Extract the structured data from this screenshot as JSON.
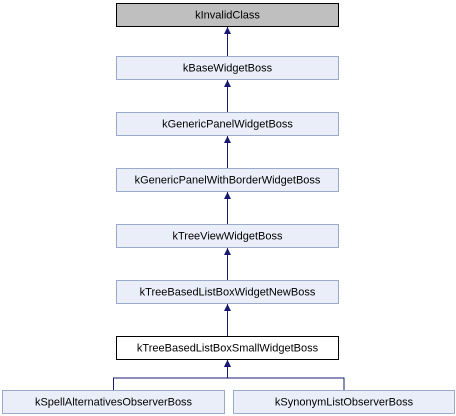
{
  "diagram": {
    "type": "class-inheritance",
    "colors": {
      "edge": "#191970",
      "box_border_default": "#9aaac8",
      "box_fill_default": "#eaeef8",
      "box_border_focus": "#000000",
      "box_fill_focus": "#ffffff",
      "box_fill_root": "#bfbfbf",
      "box_border_root": "#000000"
    },
    "nodes": [
      {
        "id": "n0",
        "label": "kInvalidClass",
        "style": "root"
      },
      {
        "id": "n1",
        "label": "kBaseWidgetBoss",
        "style": "default"
      },
      {
        "id": "n2",
        "label": "kGenericPanelWidgetBoss",
        "style": "default"
      },
      {
        "id": "n3",
        "label": "kGenericPanelWithBorderWidgetBoss",
        "style": "default"
      },
      {
        "id": "n4",
        "label": "kTreeViewWidgetBoss",
        "style": "default"
      },
      {
        "id": "n5",
        "label": "kTreeBasedListBoxWidgetNewBoss",
        "style": "default"
      },
      {
        "id": "n6",
        "label": "kTreeBasedListBoxSmallWidgetBoss",
        "style": "focus"
      },
      {
        "id": "n7",
        "label": "kSpellAlternativesObserverBoss",
        "style": "default"
      },
      {
        "id": "n8",
        "label": "kSynonymListObserverBoss",
        "style": "default"
      }
    ],
    "edges": [
      {
        "from": "n1",
        "to": "n0"
      },
      {
        "from": "n2",
        "to": "n1"
      },
      {
        "from": "n3",
        "to": "n2"
      },
      {
        "from": "n4",
        "to": "n3"
      },
      {
        "from": "n5",
        "to": "n4"
      },
      {
        "from": "n6",
        "to": "n5"
      },
      {
        "from": "n7",
        "to": "n6"
      },
      {
        "from": "n8",
        "to": "n6"
      }
    ]
  }
}
